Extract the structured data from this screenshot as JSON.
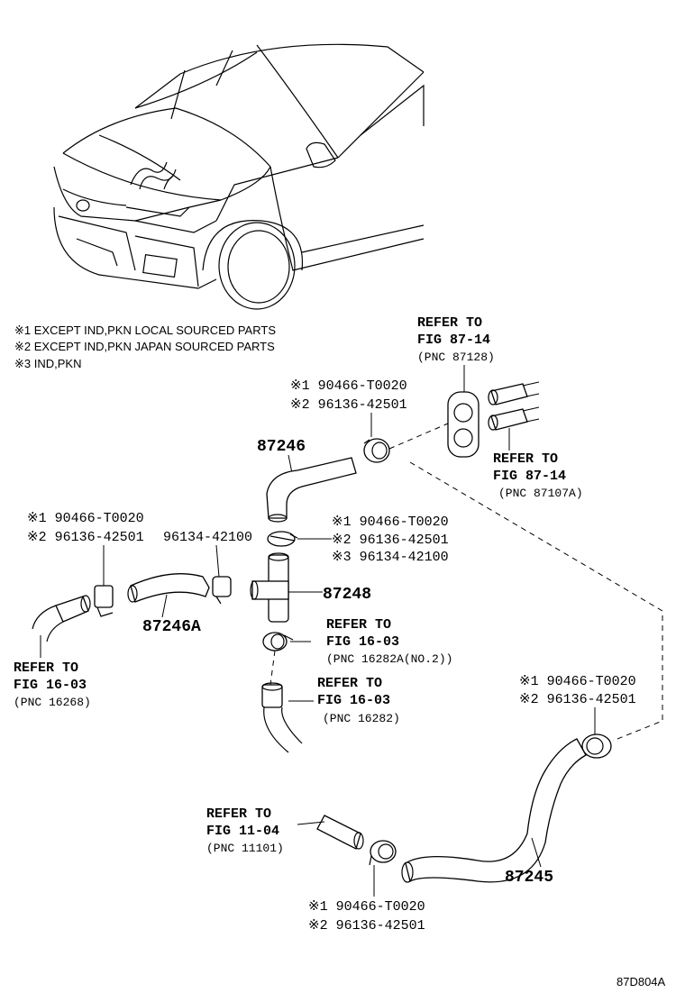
{
  "notes": [
    "※1 EXCEPT IND,PKN LOCAL SOURCED PARTS",
    "※2 EXCEPT IND,PKN JAPAN SOURCED PARTS",
    "※3 IND,PKN"
  ],
  "refs": {
    "r1": {
      "line1": "REFER TO",
      "line2": "FIG 87-14",
      "pnc": "(PNC 87128)"
    },
    "r2": {
      "line1": "REFER TO",
      "line2": "FIG 87-14",
      "pnc": "(PNC 87107A)"
    },
    "r3": {
      "line1": "REFER TO",
      "line2": "FIG 16-03",
      "pnc": "(PNC 16282A(NO.2))"
    },
    "r4": {
      "line1": "REFER TO",
      "line2": "FIG 16-03",
      "pnc": "(PNC 16282)"
    },
    "r5": {
      "line1": "REFER TO",
      "line2": "FIG 16-03",
      "pnc": "(PNC 16268)"
    },
    "r6": {
      "line1": "REFER TO",
      "line2": "FIG 11-04",
      "pnc": "(PNC 11101)"
    }
  },
  "parts": {
    "p87246": "87246",
    "p87246a": "87246A",
    "p87248": "87248",
    "p87245": "87245"
  },
  "clamps": {
    "c_top": {
      "a": "※1 90466-T0020",
      "b": "※2 96136-42501"
    },
    "c_left": {
      "a": "※1 90466-T0020",
      "b": "※2 96136-42501"
    },
    "c_left_extra": "96134-42100",
    "c_mid": {
      "a": "※1 90466-T0020",
      "b": "※2 96136-42501",
      "c": "※3 96134-42100"
    },
    "c_right": {
      "a": "※1 90466-T0020",
      "b": "※2 96136-42501"
    },
    "c_bottom": {
      "a": "※1 90466-T0020",
      "b": "※2 96136-42501"
    }
  },
  "figure_code": "87D804A"
}
